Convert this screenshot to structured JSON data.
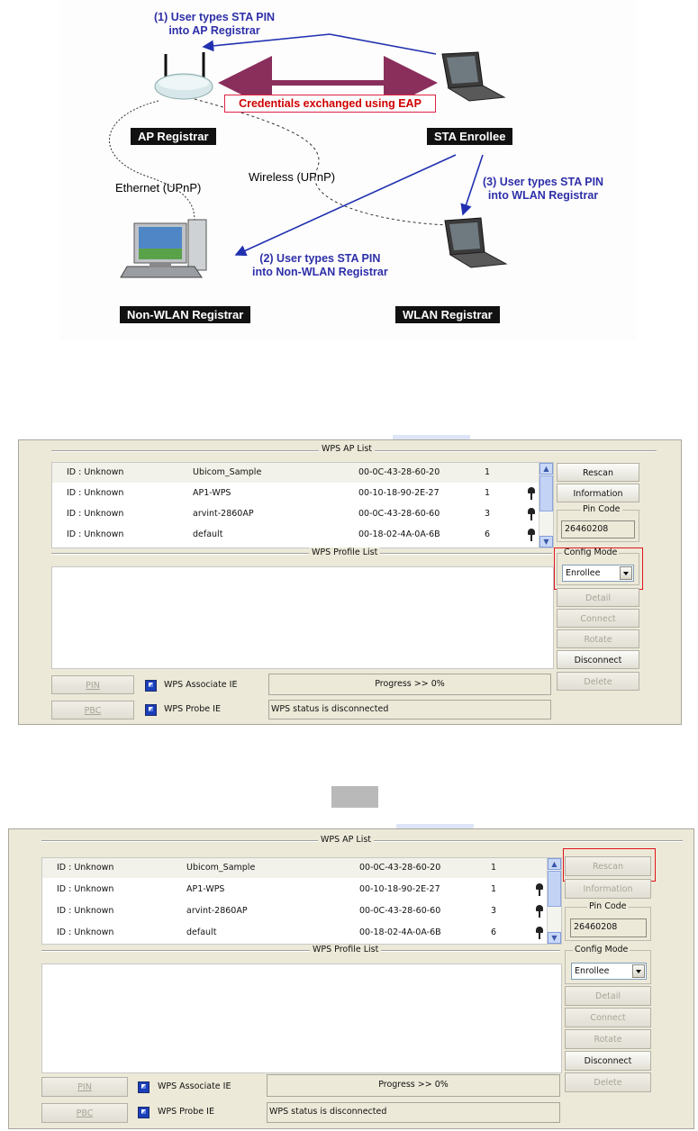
{
  "diagram": {
    "labels": {
      "ap_registrar": "AP Registrar",
      "sta_enrollee": "STA Enrollee",
      "non_wlan_registrar": "Non-WLAN Registrar",
      "wlan_registrar": "WLAN Registrar"
    },
    "notes": {
      "step1_line1": "(1) User types STA PIN",
      "step1_line2": "into AP Registrar",
      "step2_line1": "(2) User types STA PIN",
      "step2_line2": "into Non-WLAN Registrar",
      "step3_line1": "(3) User types STA PIN",
      "step3_line2": "into WLAN Registrar"
    },
    "credentials": "Credentials exchanged using EAP",
    "connections": {
      "ethernet": "Ethernet (UPnP)",
      "wireless": "Wireless (UPnP)"
    }
  },
  "panels": [
    {
      "ap_list_title": "WPS AP List",
      "profile_list_title": "WPS Profile List",
      "ap_rows": [
        {
          "id": "ID : Unknown",
          "ssid": "Ubicom_Sample",
          "mac": "00-0C-43-28-60-20",
          "channel": "1",
          "locked": false
        },
        {
          "id": "ID : Unknown",
          "ssid": "AP1-WPS",
          "mac": "00-10-18-90-2E-27",
          "channel": "1",
          "locked": true
        },
        {
          "id": "ID : Unknown",
          "ssid": "arvint-2860AP",
          "mac": "00-0C-43-28-60-60",
          "channel": "3",
          "locked": true
        },
        {
          "id": "ID : Unknown",
          "ssid": "default",
          "mac": "00-18-02-4A-0A-6B",
          "channel": "6",
          "locked": true
        }
      ],
      "buttons": {
        "rescan": "Rescan",
        "information": "Information",
        "detail": "Detail",
        "connect": "Connect",
        "rotate": "Rotate",
        "disconnect": "Disconnect",
        "delete": "Delete",
        "pin": "PIN",
        "pbc": "PBC"
      },
      "pin_code_label": "Pin Code",
      "pin_code_value": "26460208",
      "config_mode_label": "Config Mode",
      "config_mode_value": "Enrollee",
      "associate_ie_label": "WPS Associate IE",
      "probe_ie_label": "WPS Probe IE",
      "progress": "Progress >> 0%",
      "status": "WPS status is disconnected"
    },
    {
      "ap_list_title": "WPS AP List",
      "profile_list_title": "WPS Profile List",
      "ap_rows": [
        {
          "id": "ID : Unknown",
          "ssid": "Ubicom_Sample",
          "mac": "00-0C-43-28-60-20",
          "channel": "1",
          "locked": false
        },
        {
          "id": "ID : Unknown",
          "ssid": "AP1-WPS",
          "mac": "00-10-18-90-2E-27",
          "channel": "1",
          "locked": true
        },
        {
          "id": "ID : Unknown",
          "ssid": "arvint-2860AP",
          "mac": "00-0C-43-28-60-60",
          "channel": "3",
          "locked": true
        },
        {
          "id": "ID : Unknown",
          "ssid": "default",
          "mac": "00-18-02-4A-0A-6B",
          "channel": "6",
          "locked": true
        }
      ],
      "buttons": {
        "rescan": "Rescan",
        "information": "Information",
        "detail": "Detail",
        "connect": "Connect",
        "rotate": "Rotate",
        "disconnect": "Disconnect",
        "delete": "Delete",
        "pin": "PIN",
        "pbc": "PBC"
      },
      "pin_code_label": "Pin Code",
      "pin_code_value": "26460208",
      "config_mode_label": "Config Mode",
      "config_mode_value": "Enrollee",
      "associate_ie_label": "WPS Associate IE",
      "probe_ie_label": "WPS Probe IE",
      "progress": "Progress >> 0%",
      "status": "WPS status is disconnected"
    }
  ],
  "colors": {
    "highlight_box": "#e2141e",
    "note_text": "#2e2fa8",
    "credential_text": "#d10000",
    "arrow_blue": "#2030b0",
    "exchange_arrow": "#8a2e5c"
  }
}
